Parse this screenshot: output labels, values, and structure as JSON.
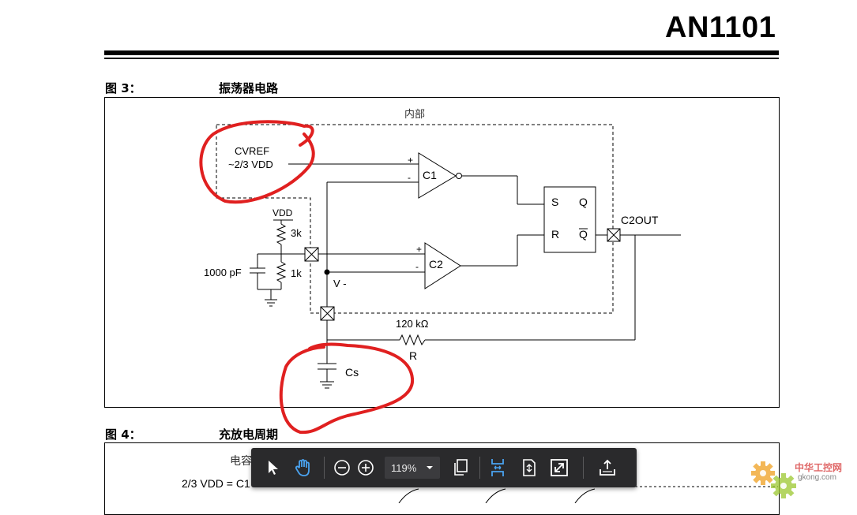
{
  "document": {
    "title": "AN1101"
  },
  "figure3": {
    "label": "图 3：",
    "caption": "振荡器电路",
    "internal_label": "内部",
    "cvref_line1": "CVREF",
    "cvref_line2": "~2/3 VDD",
    "vdd": "VDD",
    "r_top": "3k",
    "r_bottom": "1k",
    "cap": "1000 pF",
    "vminus": "V -",
    "c1": "C1",
    "c2": "C2",
    "latch_s": "S",
    "latch_q": "Q",
    "latch_r": "R",
    "latch_qbar": "Q",
    "c2out": "C2OUT",
    "resistor_value": "120 kΩ",
    "resistor_name": "R",
    "cs": "Cs",
    "plus": "+",
    "minus": "-"
  },
  "figure4": {
    "label": "图 4：",
    "caption": "充放电周期",
    "partial_text1": "电容",
    "partial_text2": "2/3 VDD = C1"
  },
  "toolbar": {
    "zoom_value": "119%",
    "icons": [
      "select-arrow-icon",
      "hand-pan-icon",
      "zoom-out-icon",
      "zoom-in-icon",
      "chevron-down-icon",
      "page-view-icon",
      "fit-width-icon",
      "fit-page-icon",
      "fullscreen-icon",
      "export-icon"
    ],
    "active_color": "#4aa3f0"
  },
  "annotation": {
    "color": "#e02020"
  },
  "watermark": {
    "line1": "中华工控网",
    "line2": "gkong.com"
  }
}
